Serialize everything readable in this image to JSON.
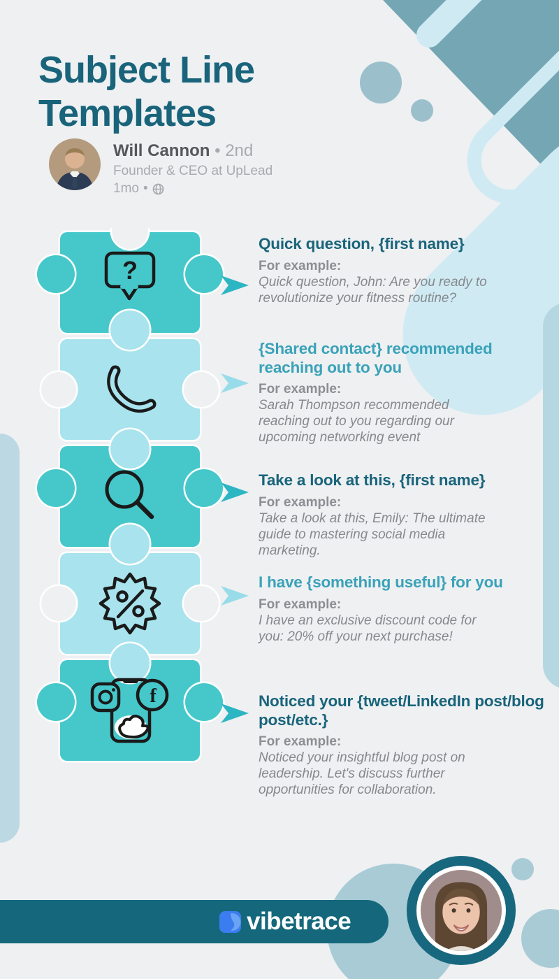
{
  "title": "Subject Line Templates",
  "author": {
    "name": "Will Cannon",
    "degree": "2nd",
    "dot": "•",
    "headline": "Founder & CEO at UpLead",
    "time": "1mo",
    "avatar_icon": "man-portrait-avatar",
    "visibility_icon": "globe-icon"
  },
  "labels": {
    "for_example": "For example:"
  },
  "items": [
    {
      "icon": "question-bubble-icon",
      "heading": "Quick question, {first name}",
      "example": "Quick question, John: Are you ready to revolutionize your fitness routine?"
    },
    {
      "icon": "phone-icon",
      "heading": "{Shared contact} recommended reaching out to you",
      "example": "Sarah Thompson recommended reaching out to you regarding our upcoming networking event"
    },
    {
      "icon": "magnifier-icon",
      "heading": "Take a look at this, {first name}",
      "example": "Take a look at this, Emily: The ultimate guide to mastering social media marketing."
    },
    {
      "icon": "discount-star-icon",
      "heading": "I have {something useful} for you",
      "example": "I have an exclusive discount code for you: 20% off your next purchase!"
    },
    {
      "icon": "social-phone-icon",
      "heading": "Noticed your {tweet/LinkedIn post/blog post/etc.}",
      "example": "Noticed your insightful blog post on leadership. Let's discuss further opportunities for collaboration."
    }
  ],
  "footer": {
    "logo_text": "vibetrace",
    "photo_icon": "woman-portrait-avatar"
  },
  "colors": {
    "background": "#eef0f2",
    "title_teal": "#19647b",
    "heading_light_teal": "#3aa2b8",
    "puzzle_teal": "#46c8cb",
    "puzzle_light_blue": "#a8e3ee",
    "arrow_teal": "#2cb5c3",
    "arrow_light": "#99dce9",
    "footer_bar": "#15687c",
    "logo_blue": "#3b7df0",
    "decor_band": "#74a6b4",
    "decor_pale": "#cfeaf3",
    "decor_steel": "#a9cbd6"
  }
}
